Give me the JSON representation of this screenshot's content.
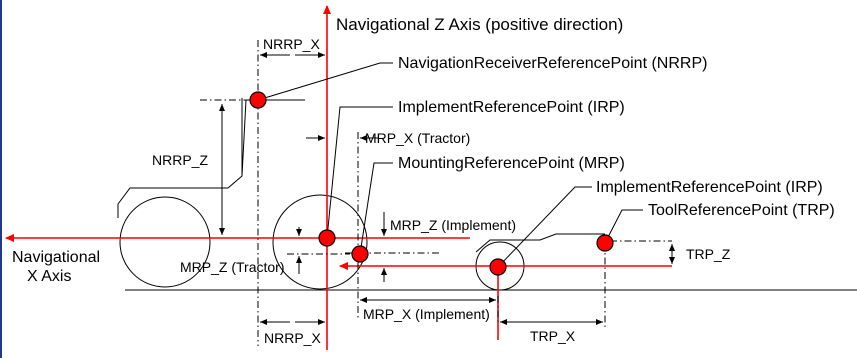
{
  "axes": {
    "z_axis_label": "Navigational Z Axis (positive direction)",
    "x_axis_label_line1": "Navigational",
    "x_axis_label_line2": "X Axis"
  },
  "points": {
    "nrrp": "NavigationReceiverReferencePoint (NRRP)",
    "irp_tractor": "ImplementReferencePoint (IRP)",
    "mrp": "MountingReferencePoint (MRP)",
    "irp_implement": "ImplementReferencePoint (IRP)",
    "trp": "ToolReferencePoint (TRP)"
  },
  "dimensions": {
    "nrrp_x_top": "NRRP_X",
    "nrrp_z": "NRRP_Z",
    "mrp_x_tractor": "MRP_X (Tractor)",
    "mrp_z_implement": "MRP_Z (Implement)",
    "mrp_z_tractor": "MRP_Z (Tractor)",
    "trp_z": "TRP_Z",
    "nrrp_x_bottom": "NRRP_X",
    "mrp_x_implement": "MRP_X (Implement)",
    "trp_x": "TRP_X"
  },
  "colors": {
    "axis": "#ff0000",
    "point": "#ff0000",
    "line": "#000000",
    "frame": "#1f3a8a"
  }
}
